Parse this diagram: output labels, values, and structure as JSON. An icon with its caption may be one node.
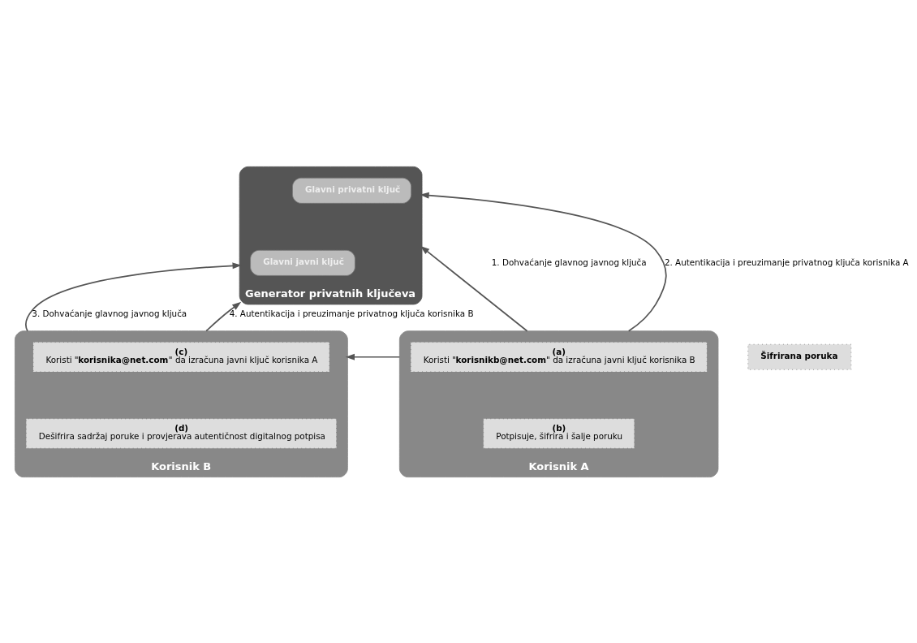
{
  "diagram": {
    "nodes": [
      {
        "text": [
          "Generator privatnih ključeva"
        ]
      },
      {
        "text": [
          "Glavni privatni ključ"
        ],
        "in": 0
      },
      {
        "text": [
          "Glavni javni ključ"
        ],
        "in": 0
      },
      {
        "text": [
          "Korisnik A"
        ]
      },
      {
        "text": [
          "(a)",
          "Koristi \"**korisnikb@net.com**\" da izračuna javni ključ korisnika B"
        ],
        "in": 3
      },
      {
        "text": [
          "(b)",
          "Potpisuje, šifrira i šalje poruku"
        ],
        "in": 3
      },
      {
        "text": [
          "Korisnik B"
        ]
      },
      {
        "text": [
          "(c)",
          "Koristi \"**korisnika@net.com**\" da izračuna javni ključ korisnika A"
        ],
        "in": 6
      },
      {
        "text": [
          "(d)",
          "Dešifrira sadržaj poruke i provjerava autentičnost digitalnog potpisa"
        ],
        "in": 6
      },
      {
        "text": [
          "Šifrirana poruka"
        ]
      }
    ],
    "edges": [
      {
        "from": 3,
        "to": 0,
        "arrow": "to",
        "label": "1. Dohvaćanje glavnog javnog ključa"
      },
      {
        "from": 3,
        "to": 0,
        "arrow": "to",
        "label": "2. Autentikacija i preuzimanje privatnog ključa korisnika A"
      },
      {
        "from": 6,
        "to": 0,
        "arrow": "to",
        "label": "3. Dohvaćanje glavnog javnog ključa"
      },
      {
        "from": 6,
        "to": 0,
        "arrow": "to",
        "label": "4. Autentikacija i preuzimanje privatnog ključa korisnika B"
      },
      {
        "from": 3,
        "to": 6,
        "arrow": "to"
      }
    ]
  }
}
